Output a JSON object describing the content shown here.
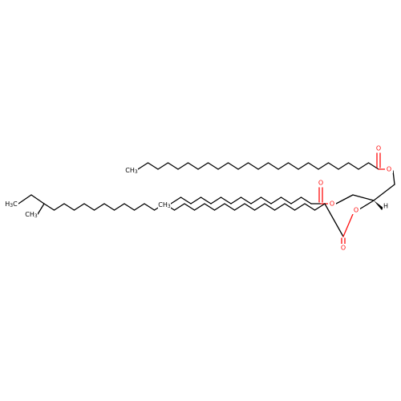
{
  "colors": {
    "bond": "#000000",
    "oxygen": "#ff0d0d",
    "carbon_label": "#000000",
    "background": "#ffffff"
  },
  "atom_labels": {
    "ch3_top": {
      "main": "CH",
      "sub": "3"
    },
    "ch3_mid": {
      "main": "CH",
      "sub": "3"
    },
    "h3c_left": {
      "main": "H",
      "sub": "3",
      "tail": "C"
    },
    "ch3_branch": {
      "main": "CH",
      "sub": "3"
    },
    "o_carbonyl_top": {
      "main": "O"
    },
    "o_ester_top": {
      "main": "O"
    },
    "o_carbonyl_mid": {
      "main": "O"
    },
    "o_ester_mid": {
      "main": "O"
    },
    "o_ester_bottom": {
      "main": "O"
    },
    "o_carbonyl_bottom": {
      "main": "O"
    },
    "h_stereo": {
      "main": "H"
    }
  }
}
